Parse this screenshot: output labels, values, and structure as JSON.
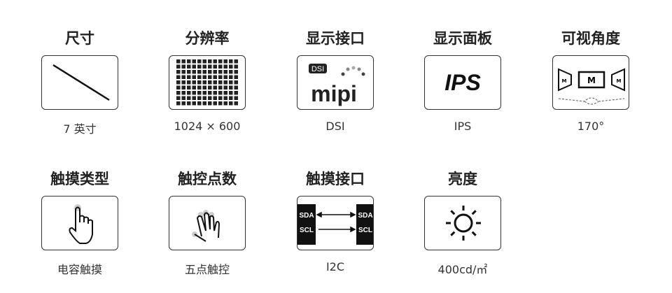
{
  "specs": [
    {
      "title": "尺寸",
      "value": "7 英寸",
      "icon": "diagonal-line-icon"
    },
    {
      "title": "分辨率",
      "value": "1024 × 600",
      "icon": "pixel-grid-icon"
    },
    {
      "title": "显示接口",
      "value": "DSI",
      "icon": "mipi-dsi-logo",
      "logo_text": "DSI mipi"
    },
    {
      "title": "显示面板",
      "value": "IPS",
      "icon": "ips-text-icon",
      "icon_text": "IPS"
    },
    {
      "title": "可视角度",
      "value": "170°",
      "icon": "viewing-angle-icon"
    },
    {
      "title": "触摸类型",
      "value": "电容触摸",
      "icon": "pointing-hand-icon"
    },
    {
      "title": "触控点数",
      "value": "五点触控",
      "icon": "multi-touch-hand-icon"
    },
    {
      "title": "触摸接口",
      "value": "I2C",
      "icon": "i2c-bus-icon",
      "labels": [
        "SDA",
        "SCL"
      ]
    },
    {
      "title": "亮度",
      "value": "400cd/㎡",
      "icon": "sun-icon"
    }
  ]
}
